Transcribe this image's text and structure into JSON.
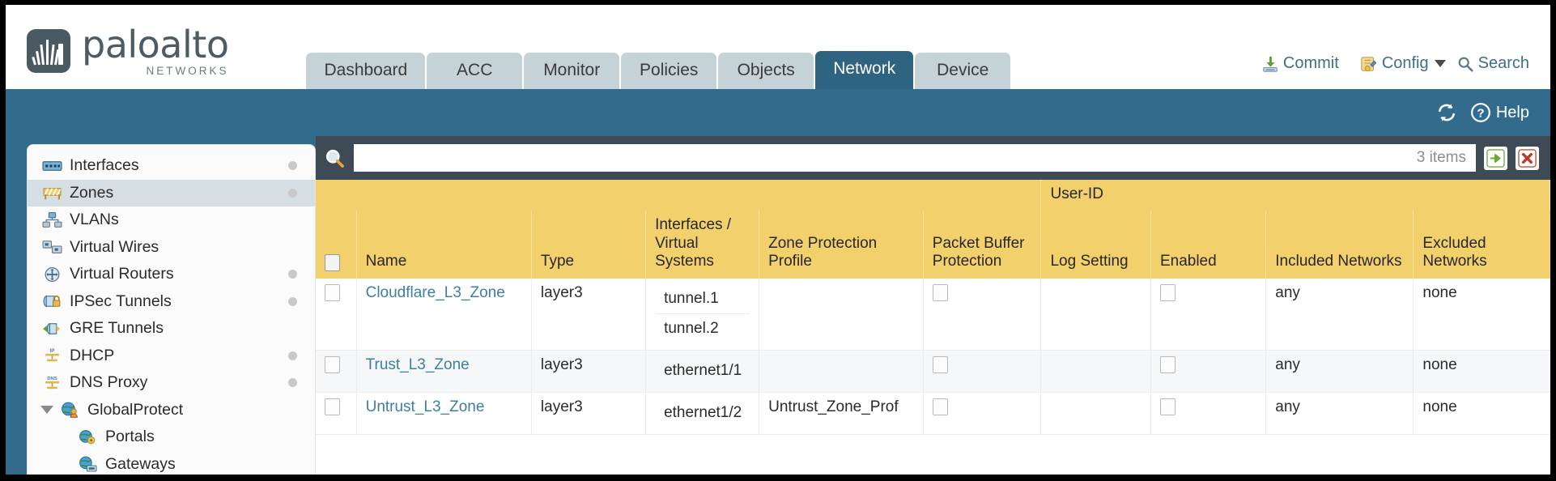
{
  "brand": {
    "name": "paloalto",
    "tagline": "NETWORKS",
    "registered": "®"
  },
  "tabs": [
    {
      "label": "Dashboard",
      "active": false
    },
    {
      "label": "ACC",
      "active": false
    },
    {
      "label": "Monitor",
      "active": false
    },
    {
      "label": "Policies",
      "active": false
    },
    {
      "label": "Objects",
      "active": false
    },
    {
      "label": "Network",
      "active": true
    },
    {
      "label": "Device",
      "active": false
    }
  ],
  "header_actions": {
    "commit": "Commit",
    "config": "Config",
    "search": "Search",
    "lock_icon": "unlock-icon",
    "commit_icon": "commit-download-icon",
    "config_icon": "config-wrench-icon",
    "search_icon": "search-magnifier-icon"
  },
  "bluebar": {
    "refresh_icon": "refresh-icon",
    "help_label": "Help",
    "help_icon": "help-question-icon"
  },
  "sidebar": {
    "items": [
      {
        "label": "Interfaces",
        "icon": "interfaces-icon",
        "selected": false,
        "dot": true,
        "child": false,
        "caret": ""
      },
      {
        "label": "Zones",
        "icon": "zones-icon",
        "selected": true,
        "dot": true,
        "child": false,
        "caret": ""
      },
      {
        "label": "VLANs",
        "icon": "vlans-icon",
        "selected": false,
        "dot": false,
        "child": false,
        "caret": ""
      },
      {
        "label": "Virtual Wires",
        "icon": "virtual-wires-icon",
        "selected": false,
        "dot": false,
        "child": false,
        "caret": ""
      },
      {
        "label": "Virtual Routers",
        "icon": "virtual-routers-icon",
        "selected": false,
        "dot": true,
        "child": false,
        "caret": ""
      },
      {
        "label": "IPSec Tunnels",
        "icon": "ipsec-tunnels-icon",
        "selected": false,
        "dot": true,
        "child": false,
        "caret": ""
      },
      {
        "label": "GRE Tunnels",
        "icon": "gre-tunnels-icon",
        "selected": false,
        "dot": false,
        "child": false,
        "caret": ""
      },
      {
        "label": "DHCP",
        "icon": "dhcp-icon",
        "selected": false,
        "dot": true,
        "child": false,
        "caret": ""
      },
      {
        "label": "DNS Proxy",
        "icon": "dns-proxy-icon",
        "selected": false,
        "dot": true,
        "child": false,
        "caret": ""
      },
      {
        "label": "GlobalProtect",
        "icon": "globalprotect-icon",
        "selected": false,
        "dot": false,
        "child": false,
        "caret": "down"
      },
      {
        "label": "Portals",
        "icon": "portals-icon",
        "selected": false,
        "dot": false,
        "child": true,
        "caret": ""
      },
      {
        "label": "Gateways",
        "icon": "gateways-icon",
        "selected": false,
        "dot": false,
        "child": true,
        "caret": ""
      }
    ]
  },
  "filterbar": {
    "search_icon": "search-magnifier-icon",
    "value": "",
    "placeholder": "",
    "item_count": "3 items",
    "apply_icon": "green-arrow-apply-icon",
    "clear_icon": "red-x-clear-icon"
  },
  "table": {
    "group_header": "User-ID",
    "columns": [
      "Name",
      "Type",
      "Interfaces / Virtual Systems",
      "Zone Protection Profile",
      "Packet Buffer Protection",
      "Log Setting",
      "Enabled",
      "Included Networks",
      "Excluded Networks"
    ],
    "rows": [
      {
        "name": "Cloudflare_L3_Zone",
        "type": "layer3",
        "interfaces": [
          "tunnel.1",
          "tunnel.2"
        ],
        "zone_protection_profile": "",
        "packet_buffer_protection": false,
        "log_setting": "",
        "userid_enabled": false,
        "included_networks": "any",
        "excluded_networks": "none",
        "selected": false
      },
      {
        "name": "Trust_L3_Zone",
        "type": "layer3",
        "interfaces": [
          "ethernet1/1"
        ],
        "zone_protection_profile": "",
        "packet_buffer_protection": false,
        "log_setting": "",
        "userid_enabled": false,
        "included_networks": "any",
        "excluded_networks": "none",
        "selected": false
      },
      {
        "name": "Untrust_L3_Zone",
        "type": "layer3",
        "interfaces": [
          "ethernet1/2"
        ],
        "zone_protection_profile": "Untrust_Zone_Prof",
        "packet_buffer_protection": false,
        "log_setting": "",
        "userid_enabled": false,
        "included_networks": "any",
        "excluded_networks": "none",
        "selected": false
      }
    ]
  },
  "colors": {
    "brand_blue": "#336b8c",
    "tab_inactive": "#c5d2d8",
    "tab_active": "#2e6382",
    "header_gold": "#f2d06b",
    "group_gold": "#d8ae36",
    "filter_slate": "#3e4b54",
    "link_blue": "#3d7fa0",
    "selected_row": "#d5dfe3"
  }
}
